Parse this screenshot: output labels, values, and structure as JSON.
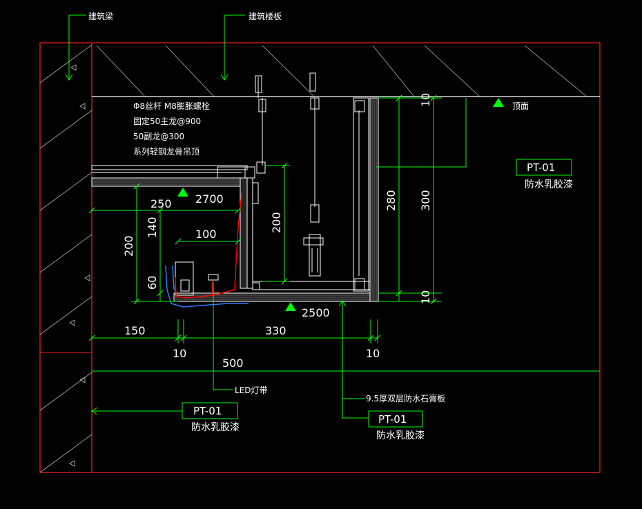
{
  "labels": {
    "building_beam": "建筑梁",
    "building_slab": "建筑楼板",
    "notes": [
      "Φ8丝杆 M8膨胀螺栓",
      "固定50主龙@900",
      "50副龙@300",
      "系列轻钢龙骨吊顶"
    ],
    "top_mark": "顶面",
    "led_strip": "LED灯带",
    "gypsum_board": "9.5厚双层防水石膏板"
  },
  "elevations": {
    "upper": "2700",
    "lower": "2500"
  },
  "tags": [
    {
      "code": "PT-01",
      "desc": "防水乳胶漆"
    },
    {
      "code": "PT-01",
      "desc": "防水乳胶漆"
    },
    {
      "code": "PT-01",
      "desc": "防水乳胶漆"
    }
  ],
  "dims": {
    "d250": "250",
    "d140": "140",
    "d100": "100",
    "d200_left": "200",
    "d200_mid": "200",
    "d60": "60",
    "d150": "150",
    "d330": "330",
    "d10_a": "10",
    "d10_b": "10",
    "d500": "500",
    "d280": "280",
    "d300": "300",
    "d10_top": "10",
    "d10_bot": "10"
  },
  "colors": {
    "border": "#ff2020",
    "dim": "#00ff00",
    "structure": "#ffffff",
    "hatch": "#cfcfcf",
    "marker": "#00ff00",
    "led_red": "#ff0000",
    "led_blue": "#2a7fff"
  }
}
